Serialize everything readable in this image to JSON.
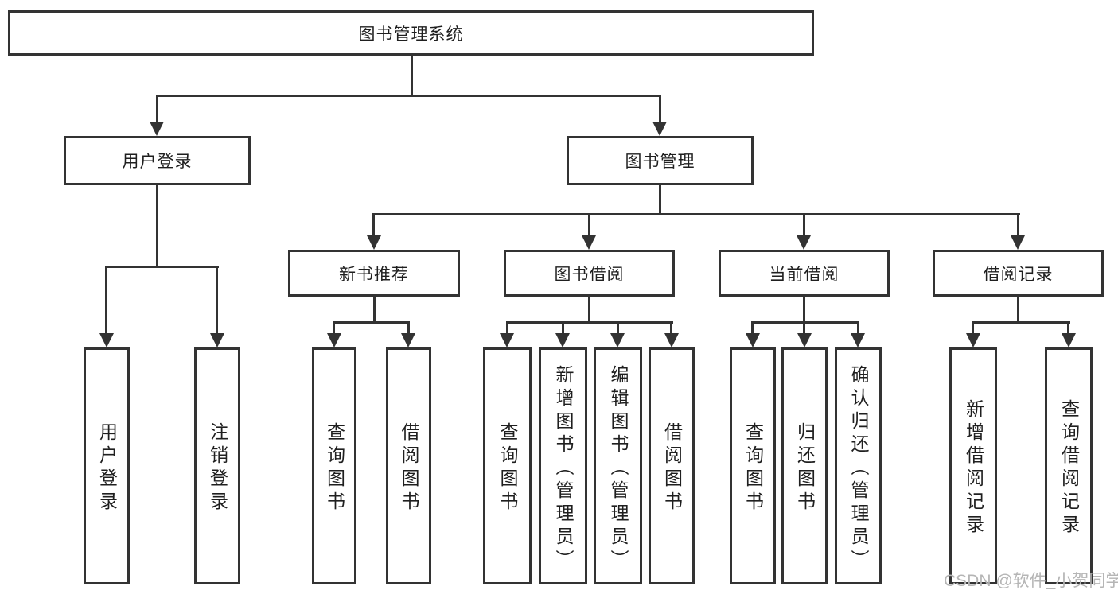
{
  "diagram": {
    "root": {
      "label": "图书管理系统",
      "children": [
        {
          "label": "用户登录",
          "children": [
            {
              "label": "用户登录"
            },
            {
              "label": "注销登录"
            }
          ]
        },
        {
          "label": "图书管理",
          "children": [
            {
              "label": "新书推荐",
              "children": [
                {
                  "label": "查询图书"
                },
                {
                  "label": "借阅图书"
                }
              ]
            },
            {
              "label": "图书借阅",
              "children": [
                {
                  "label": "查询图书"
                },
                {
                  "label": "新增图书（管理员）"
                },
                {
                  "label": "编辑图书（管理员）"
                },
                {
                  "label": "借阅图书"
                }
              ]
            },
            {
              "label": "当前借阅",
              "children": [
                {
                  "label": "查询图书"
                },
                {
                  "label": "归还图书"
                },
                {
                  "label": "确认归还（管理员）"
                }
              ]
            },
            {
              "label": "借阅记录",
              "children": [
                {
                  "label": "新增借阅记录"
                },
                {
                  "label": "查询借阅记录"
                }
              ]
            }
          ]
        }
      ]
    }
  },
  "watermark": {
    "text": "CSDN @软件_小贺同学"
  },
  "colors": {
    "line": "#333333",
    "box_border": "#333333",
    "text": "#1f1f1f",
    "background": "#ffffff",
    "watermark": "#b5b5b5"
  }
}
